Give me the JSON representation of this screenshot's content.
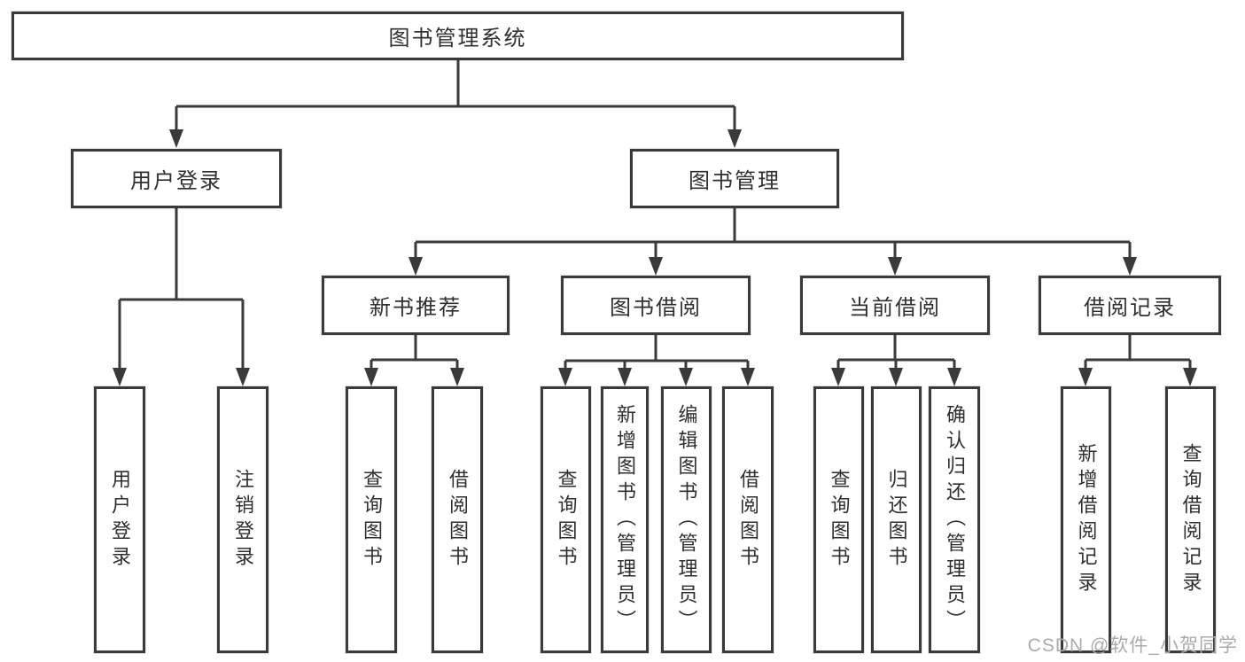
{
  "tree": {
    "root": "图书管理系统",
    "login_branch": {
      "label": "用户登录",
      "children": [
        "用户登录",
        "注销登录"
      ]
    },
    "management_branch": {
      "label": "图书管理",
      "groups": [
        {
          "label": "新书推荐",
          "children": [
            "查询图书",
            "借阅图书"
          ]
        },
        {
          "label": "图书借阅",
          "children": [
            "查询图书",
            "新增图书（管理员）",
            "编辑图书（管理员）",
            "借阅图书"
          ]
        },
        {
          "label": "当前借阅",
          "children": [
            "查询图书",
            "归还图书",
            "确认归还（管理员）"
          ]
        },
        {
          "label": "借阅记录",
          "children": [
            "新增借阅记录",
            "查询借阅记录"
          ]
        }
      ]
    }
  },
  "watermark": "CSDN @软件_小贺同学",
  "colors": {
    "line": "#3a3a3a",
    "text": "#2f2f2f",
    "watermark": "#ababab",
    "background": "#ffffff"
  }
}
